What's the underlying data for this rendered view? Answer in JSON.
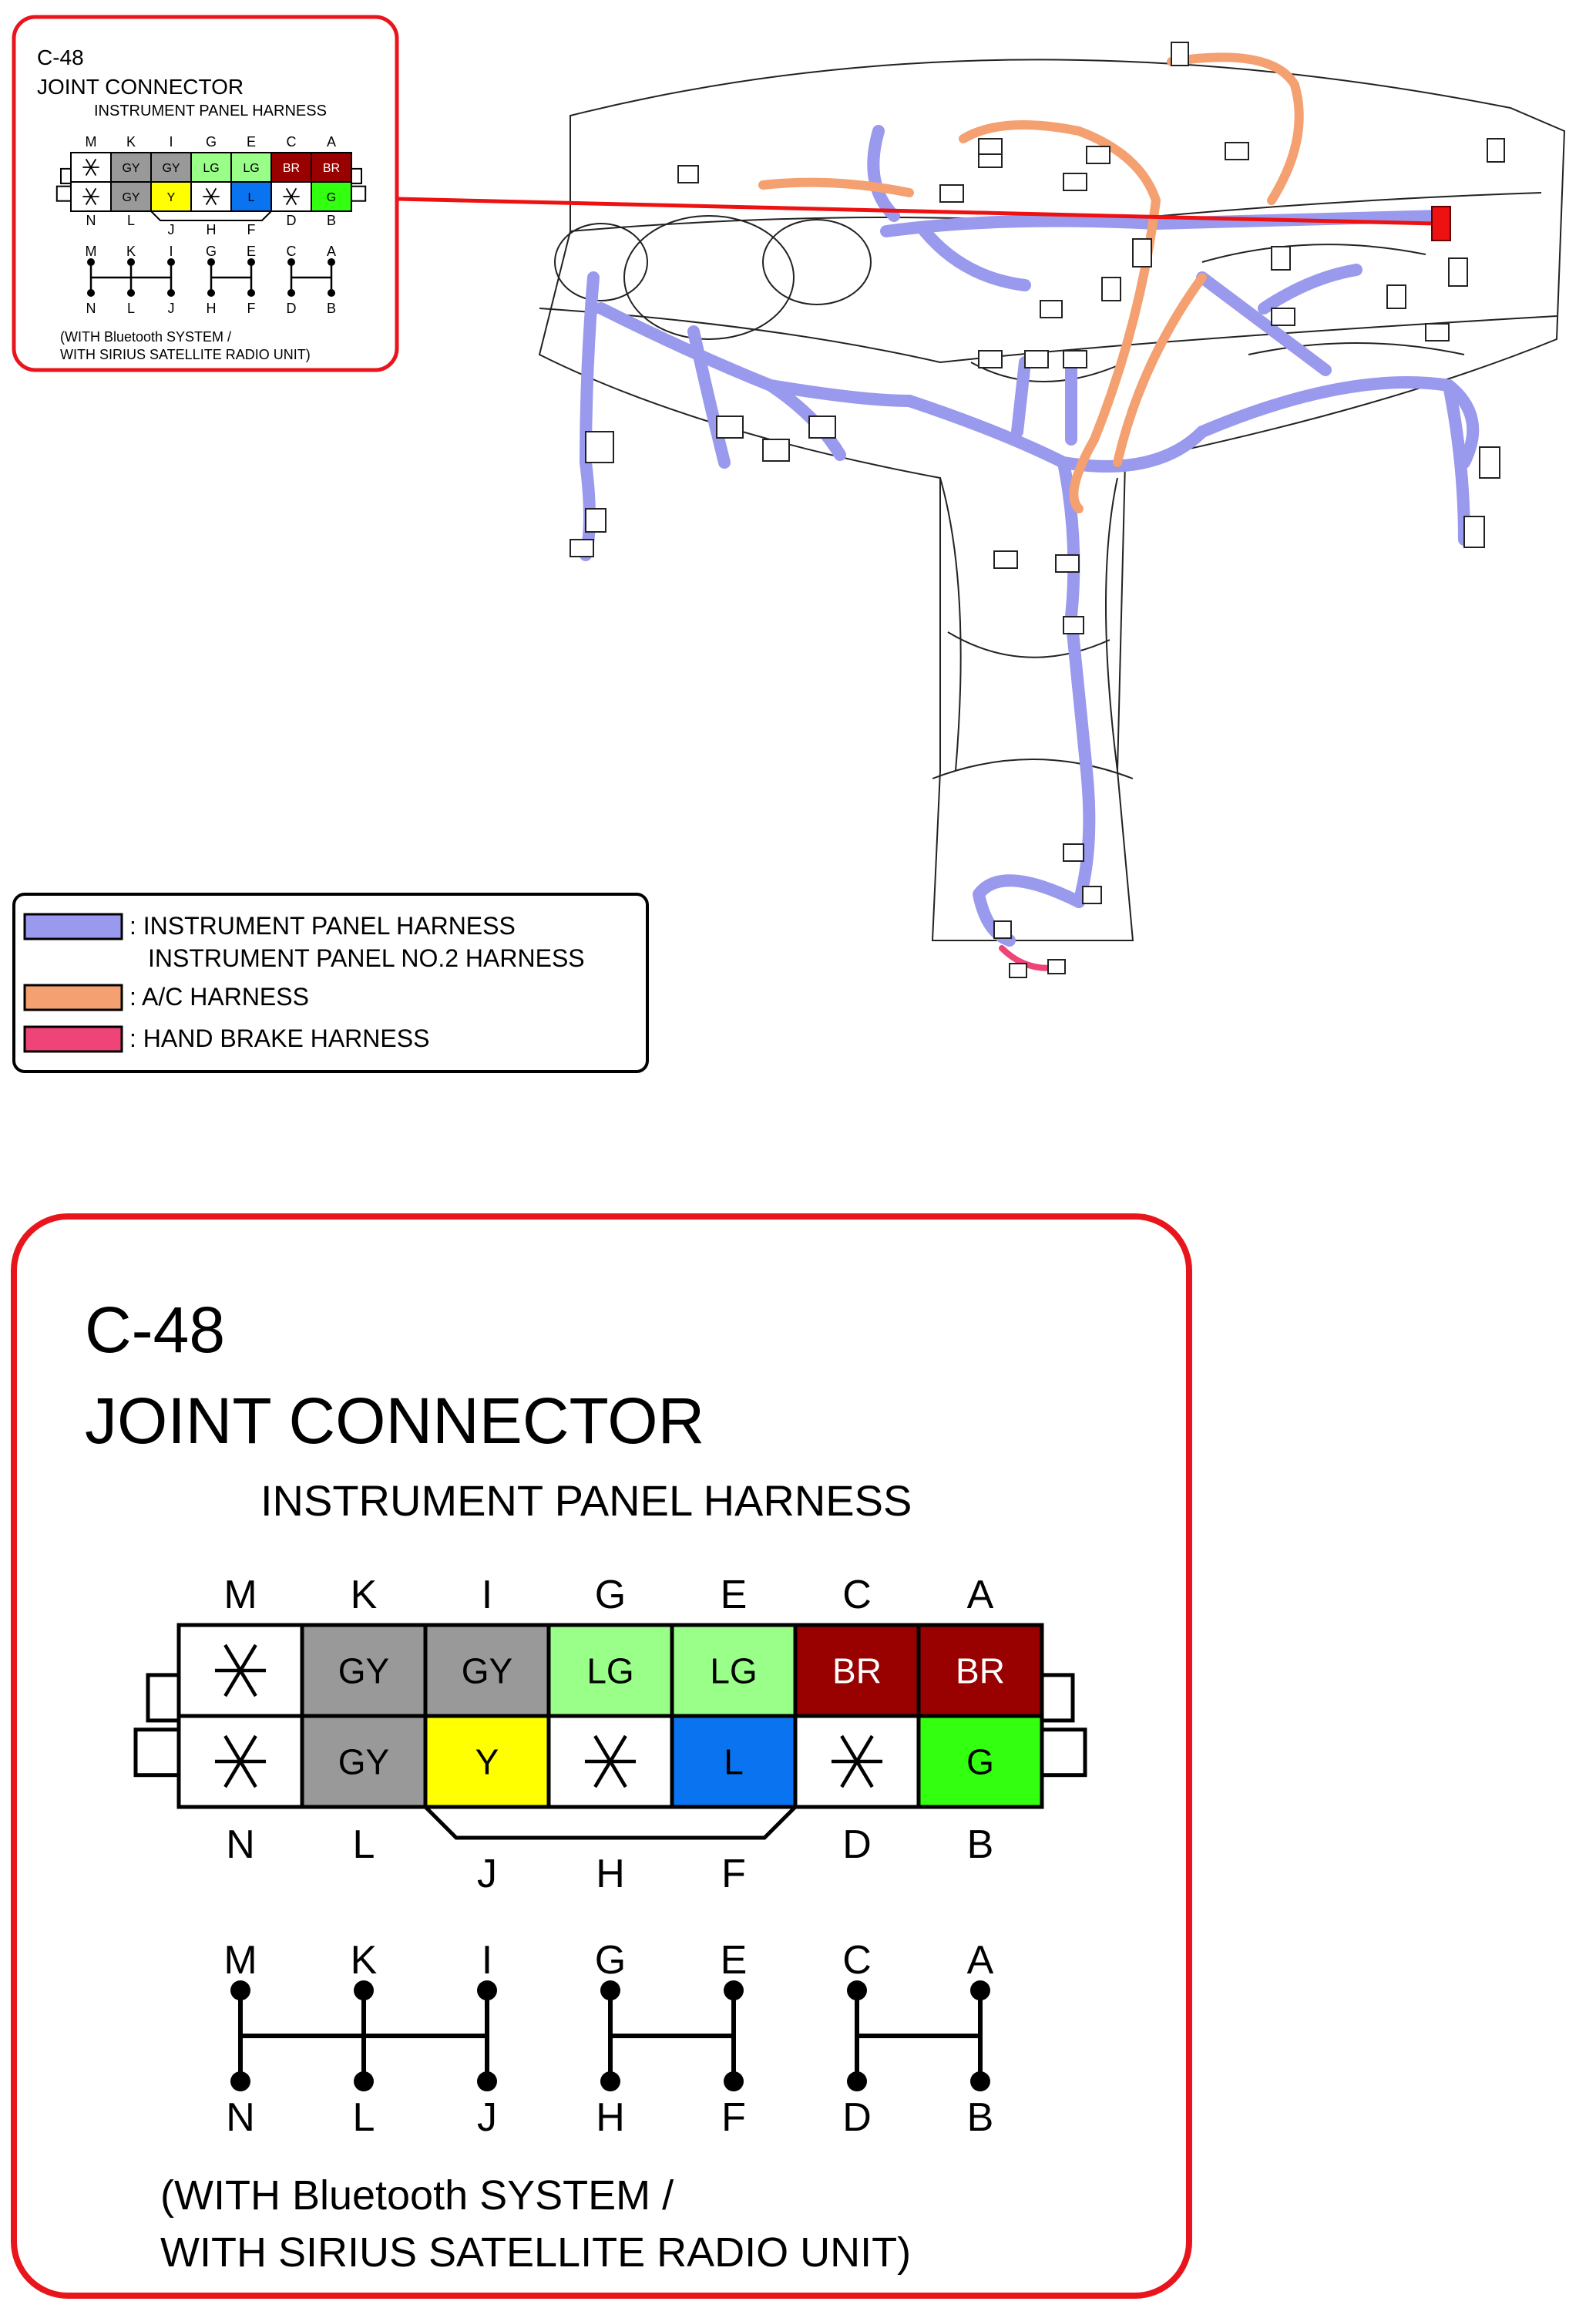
{
  "connector": {
    "id": "C-48",
    "name": "JOINT CONNECTOR",
    "harness": "INSTRUMENT PANEL HARNESS",
    "note_line1": "(WITH Bluetooth SYSTEM /",
    "note_line2": "WITH SIRIUS SATELLITE RADIO UNIT)",
    "top_pins": [
      "M",
      "K",
      "I",
      "G",
      "E",
      "C",
      "A"
    ],
    "bottom_pins": [
      "N",
      "L",
      "J",
      "H",
      "F",
      "D",
      "B"
    ],
    "top_row": [
      {
        "pin": "M",
        "code": "*",
        "color": "#ffffff",
        "text_color": "#000000"
      },
      {
        "pin": "K",
        "code": "GY",
        "color": "#999999",
        "text_color": "#000000"
      },
      {
        "pin": "I",
        "code": "GY",
        "color": "#999999",
        "text_color": "#000000"
      },
      {
        "pin": "G",
        "code": "LG",
        "color": "#99ff88",
        "text_color": "#000000"
      },
      {
        "pin": "E",
        "code": "LG",
        "color": "#99ff88",
        "text_color": "#000000"
      },
      {
        "pin": "C",
        "code": "BR",
        "color": "#990000",
        "text_color": "#ffffff"
      },
      {
        "pin": "A",
        "code": "BR",
        "color": "#990000",
        "text_color": "#ffffff"
      }
    ],
    "bottom_row": [
      {
        "pin": "N",
        "code": "*",
        "color": "#ffffff",
        "text_color": "#000000"
      },
      {
        "pin": "L",
        "code": "GY",
        "color": "#999999",
        "text_color": "#000000"
      },
      {
        "pin": "J",
        "code": "Y",
        "color": "#ffff00",
        "text_color": "#000000"
      },
      {
        "pin": "H",
        "code": "*",
        "color": "#ffffff",
        "text_color": "#000000"
      },
      {
        "pin": "F",
        "code": "L",
        "color": "#0a74f0",
        "text_color": "#000000"
      },
      {
        "pin": "D",
        "code": "*",
        "color": "#ffffff",
        "text_color": "#000000"
      },
      {
        "pin": "B",
        "code": "G",
        "color": "#33ff11",
        "text_color": "#000000"
      }
    ],
    "joint_groups": [
      [
        0,
        1,
        2
      ],
      [
        3,
        4
      ],
      [
        5,
        6
      ]
    ]
  },
  "legend": {
    "items": [
      {
        "swatch": "#9999ee",
        "line1": ": INSTRUMENT PANEL HARNESS",
        "line2": "INSTRUMENT PANEL NO.2 HARNESS"
      },
      {
        "swatch": "#f4a070",
        "line1": ": A/C HARNESS",
        "line2": ""
      },
      {
        "swatch": "#ee4477",
        "line1": ": HAND BRAKE HARNESS",
        "line2": ""
      }
    ]
  },
  "colors": {
    "frame_red": "#e8161c",
    "connector_marker": "#ee1111",
    "ip_harness": "#9999ee",
    "ac_harness": "#f4a070",
    "brake_harness": "#ee4477"
  }
}
